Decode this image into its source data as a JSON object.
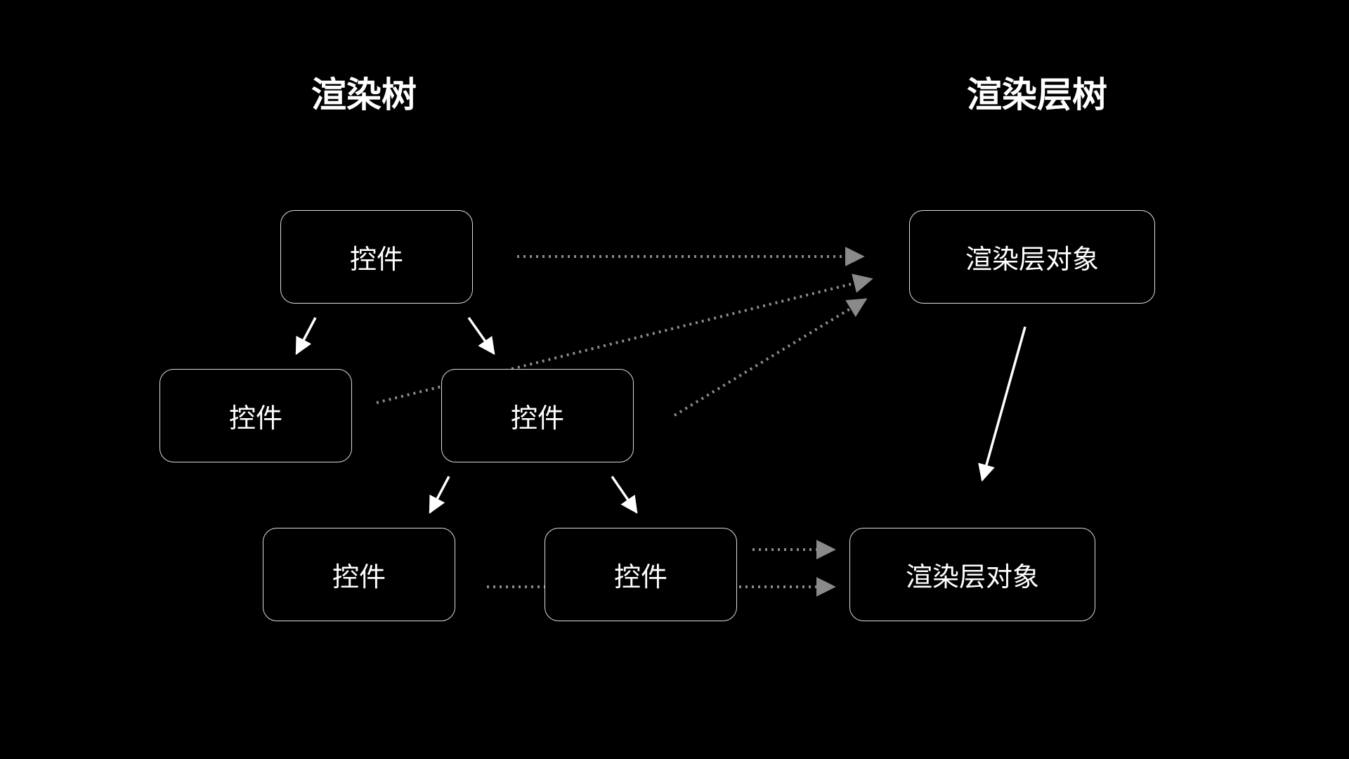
{
  "headings": {
    "render_tree": "渲染树",
    "layer_tree": "渲染层树"
  },
  "nodes": {
    "widget_root": "控件",
    "widget_left": "控件",
    "widget_mid": "控件",
    "widget_bottom_left": "控件",
    "widget_bottom_right": "控件",
    "layer_top": "渲染层对象",
    "layer_bottom": "渲染层对象"
  },
  "colors": {
    "background": "#000000",
    "solid_arrow": "#ffffff",
    "dotted_arrow": "#8a8a8a",
    "node_border": "#dcdcdc"
  }
}
